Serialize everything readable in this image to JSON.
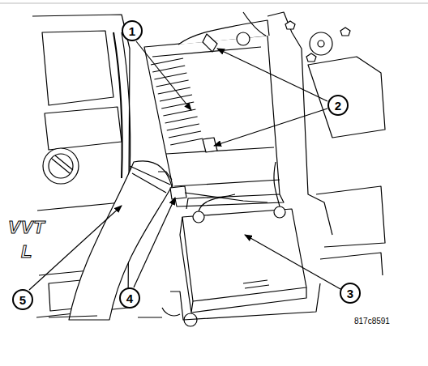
{
  "diagram": {
    "labels": [
      "1",
      "2",
      "3",
      "4",
      "5",
      "VVT",
      "L",
      "817c8591"
    ]
  }
}
